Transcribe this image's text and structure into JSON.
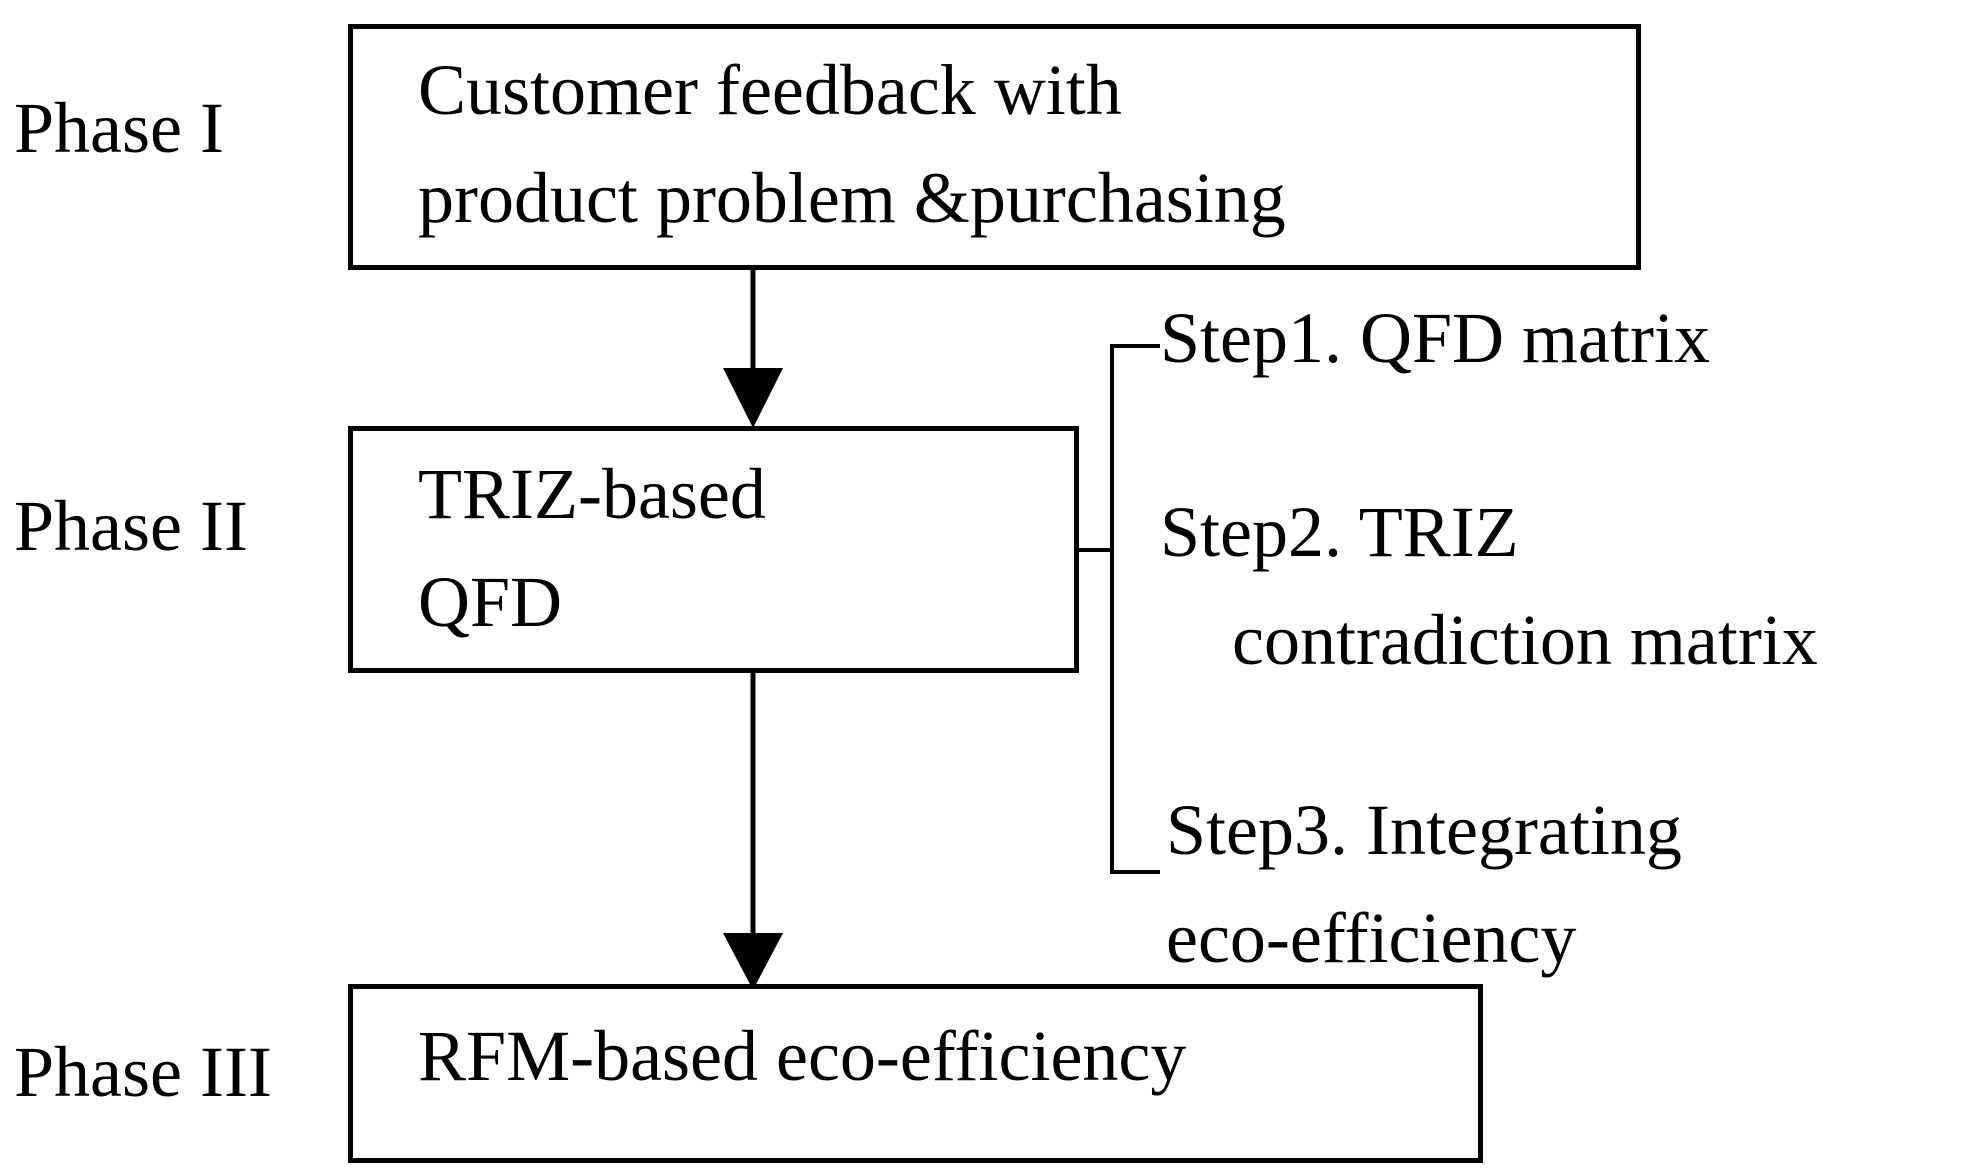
{
  "phases": [
    {
      "label": "Phase I"
    },
    {
      "label": "Phase II"
    },
    {
      "label": "Phase III"
    }
  ],
  "boxes": {
    "phase1": {
      "line1": "Customer feedback with",
      "line2": "product problem &purchasing"
    },
    "phase2": {
      "line1": "TRIZ-based",
      "line2": "QFD"
    },
    "phase3": {
      "line1": "RFM-based eco-efficiency"
    }
  },
  "steps": [
    {
      "line1": "Step1. QFD matrix"
    },
    {
      "line1": "Step2. TRIZ",
      "line2": "contradiction matrix"
    },
    {
      "line1": "Step3. Integrating",
      "line2": "eco-efficiency"
    }
  ],
  "colors": {
    "stroke": "#000000",
    "background": "#ffffff"
  }
}
